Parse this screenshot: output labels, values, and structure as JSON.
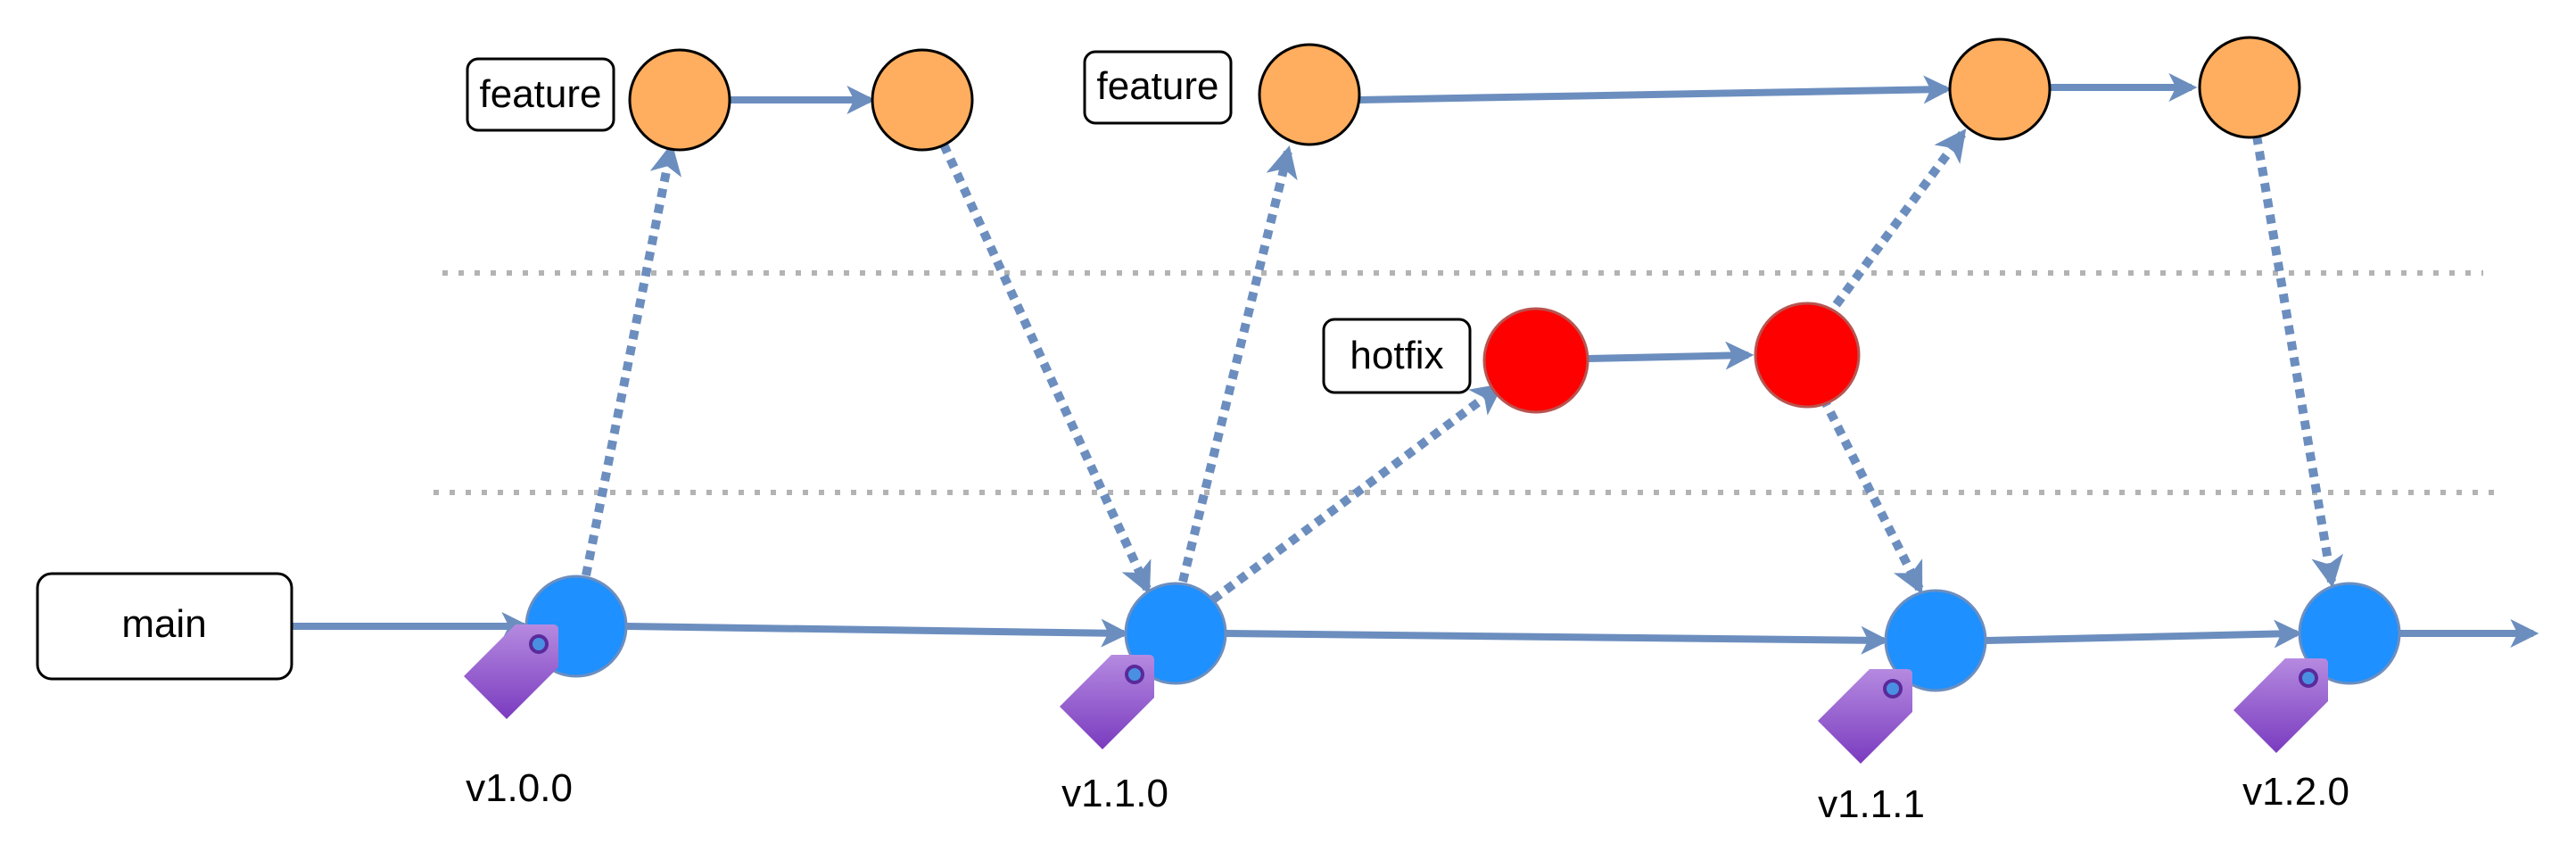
{
  "colors": {
    "main_commit": "#1e90ff",
    "feature_commit": "#ffad5e",
    "hotfix_commit": "#ff0000",
    "edge": "#6c8ebf",
    "divider": "#b3b3b3",
    "tag_top": "#b58ae0",
    "tag_bottom": "#7a3bbf"
  },
  "labels": {
    "main": "main",
    "feature_1": "feature",
    "feature_2": "feature",
    "hotfix": "hotfix"
  },
  "versions": {
    "v100": "v1.0.0",
    "v110": "v1.1.0",
    "v111": "v1.1.1",
    "v120": "v1.2.0"
  },
  "icons": {
    "release_tag": "tag-icon"
  }
}
